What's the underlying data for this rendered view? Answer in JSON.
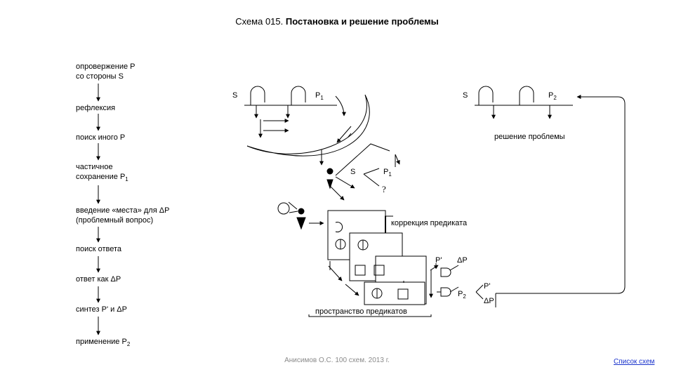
{
  "title": {
    "prefix": "Схема 015. ",
    "main": "Постановка и решение проблемы"
  },
  "steps": [
    {
      "line1": "опровержение P",
      "line2": "со стороны S"
    },
    {
      "line1": "рефлексия"
    },
    {
      "line1": "поиск иного P"
    },
    {
      "line1": "частичное",
      "line2": "сохранение P",
      "line2_sub": "1"
    },
    {
      "line1": "введение «места» для ΔP",
      "line2": "(проблемный вопрос)"
    },
    {
      "line1": "поиск ответа"
    },
    {
      "line1": "ответ как ΔP"
    },
    {
      "line1": "синтез P' и ΔP"
    },
    {
      "line1": "применение P",
      "line1_sub": "2"
    }
  ],
  "labels": {
    "s_left": "S",
    "p1_top": "P",
    "p1_top_sub": "1",
    "s_right": "S",
    "p2_top": "P",
    "p2_top_sub": "2",
    "solution": "решение проблемы",
    "s_mid": "S",
    "p1_mid": "P",
    "p1_mid_sub": "1",
    "q_mid": "?",
    "q_box": "?",
    "predicate_correction": "коррекция предиката",
    "p_prime": "P'",
    "delta_p": "ΔP",
    "p2_box": "P",
    "p2_box_sub": "2",
    "p_prime_right": "P'",
    "delta_p_right": "ΔP",
    "predicate_space": "пространство предикатов"
  },
  "footer": "Анисимов О.С. 100 схем. 2013 г.",
  "link_text": "Список схем"
}
